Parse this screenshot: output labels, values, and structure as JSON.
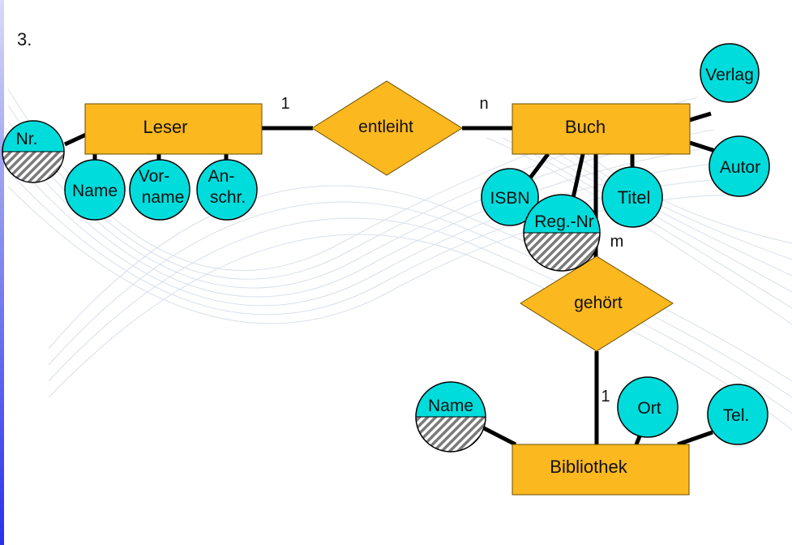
{
  "slide": {
    "number_label": "3."
  },
  "colors": {
    "entity_fill": "#FBB81F",
    "attribute_fill": "#00DCDC",
    "stroke": "#000000",
    "left_bar": "#2a2ff0"
  },
  "entities": {
    "leser": "Leser",
    "buch": "Buch",
    "bibliothek": "Bibliothek"
  },
  "relationships": {
    "entleiht": "entleiht",
    "gehoert": "gehört"
  },
  "cardinalities": {
    "leser_entleiht": "1",
    "entleiht_buch": "n",
    "buch_gehoert": "m",
    "gehoert_bibliothek": "1"
  },
  "attributes": {
    "leser": {
      "nr": "Nr.",
      "name": "Name",
      "vorname_1": "Vor-",
      "vorname_2": "name",
      "anschr_1": "An-",
      "anschr_2": "schr."
    },
    "buch": {
      "verlag": "Verlag",
      "autor": "Autor",
      "isbn": "ISBN",
      "regnr": "Reg.-Nr",
      "titel": "Titel"
    },
    "bibliothek": {
      "name": "Name",
      "ort": "Ort",
      "tel": "Tel."
    }
  }
}
